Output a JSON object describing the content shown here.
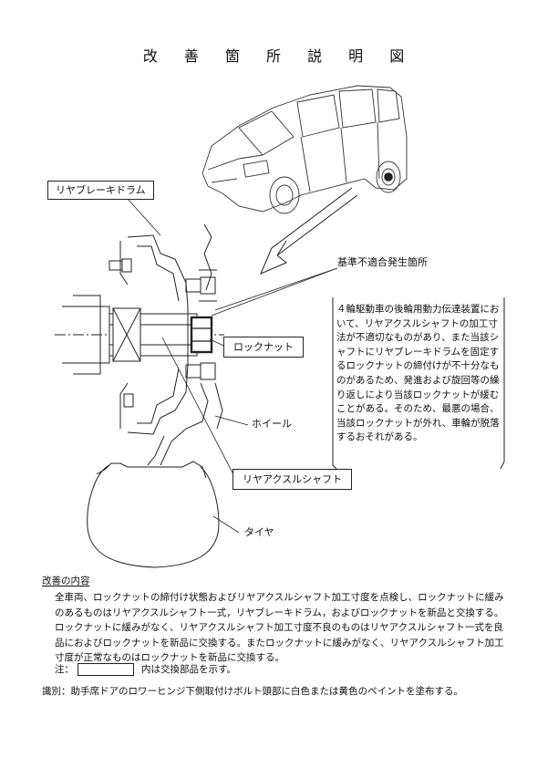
{
  "title": "改 善 箇 所 説 明 図",
  "labels": {
    "brake_drum": "リヤブレーキドラム",
    "nonconformity": "基準不適合発生箇所",
    "lock_nut": "ロックナット",
    "wheel": "ホイール",
    "axle_shaft": "リヤアクスルシャフト",
    "tire": "タイヤ"
  },
  "description": "４輪駆動車の後輪用動力伝達装置において、リヤアクスルシャフトの加工寸法が不適切なものがあり、また当該シャフトにリヤブレーキドラムを固定するロックナットの締付けが不十分なものがあるため、発進および旋回等の繰り返しにより当該ロックナットが緩むことがある。そのため、最悪の場合、当該ロックナットが外れ、車輪が脱落するおそれがある。",
  "improvement": {
    "heading": "改善の内容",
    "body": "全車両、ロックナットの締付け状態およびリヤアクスルシャフト加工寸度を点検し、ロックナットに緩みのあるものはリヤアクスルシャフト一式，リヤブレーキドラム，およびロックナットを新品と交換する。ロックナットに緩みがなく、リヤアクスルシャフト加工寸度不良のものはリヤアクスルシャフト一式を良品におよびロックナットを新品に交換する。またロックナットに緩みがなく、リヤアクスルシャフト加工寸度が正常なものはロックナットを新品に交換する。",
    "note_prefix": "注：",
    "note_suffix": "内は交換部品を示す。"
  },
  "identification": "識別：助手席ドアのロワーヒンジ下側取付けボルト頭部に白色または黄色のペイントを塗布する。"
}
